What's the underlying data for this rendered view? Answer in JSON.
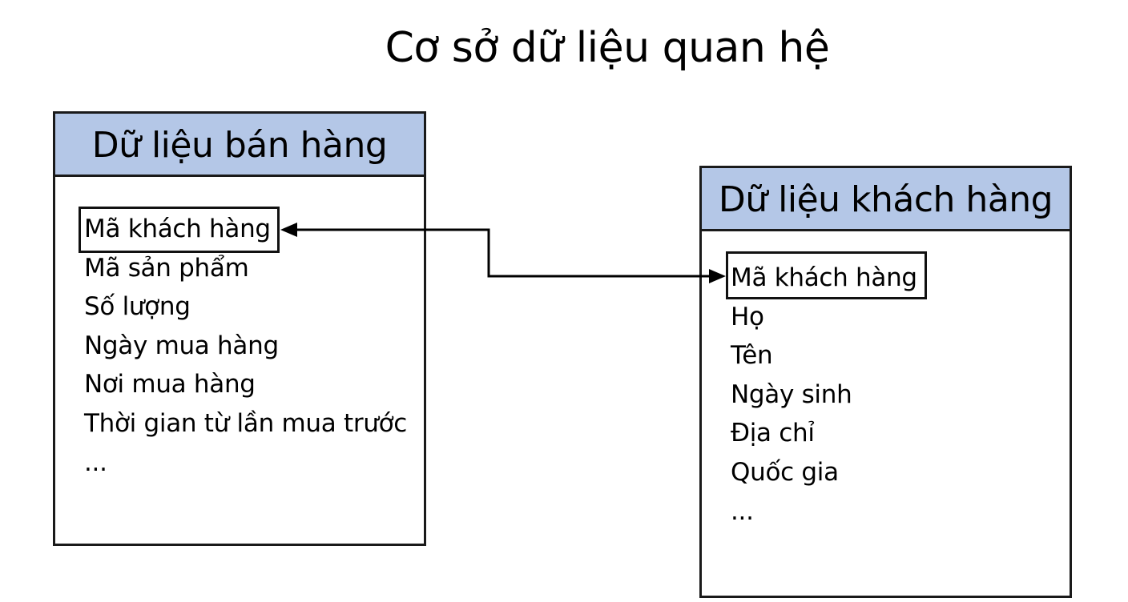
{
  "title": "Cơ sở dữ liệu quan hệ",
  "tables": [
    {
      "header": "Dữ liệu bán hàng",
      "header_color": "#b4c7e7",
      "fields": [
        "Mã khách hàng",
        "Mã sản phẩm",
        "Số lượng",
        "Ngày mua hàng",
        "Nơi mua hàng",
        "Thời gian từ lần mua trước",
        "..."
      ]
    },
    {
      "header": "Dữ liệu khách hàng",
      "header_color": "#b4c7e7",
      "fields": [
        "Mã khách hàng",
        "Họ",
        "Tên",
        "Ngày sinh",
        "Địa chỉ",
        "Quốc gia",
        "..."
      ]
    }
  ],
  "relationship": {
    "from_field": "Mã khách hàng",
    "to_field": "Mã khách hàng",
    "style": "bidirectional-arrow"
  }
}
